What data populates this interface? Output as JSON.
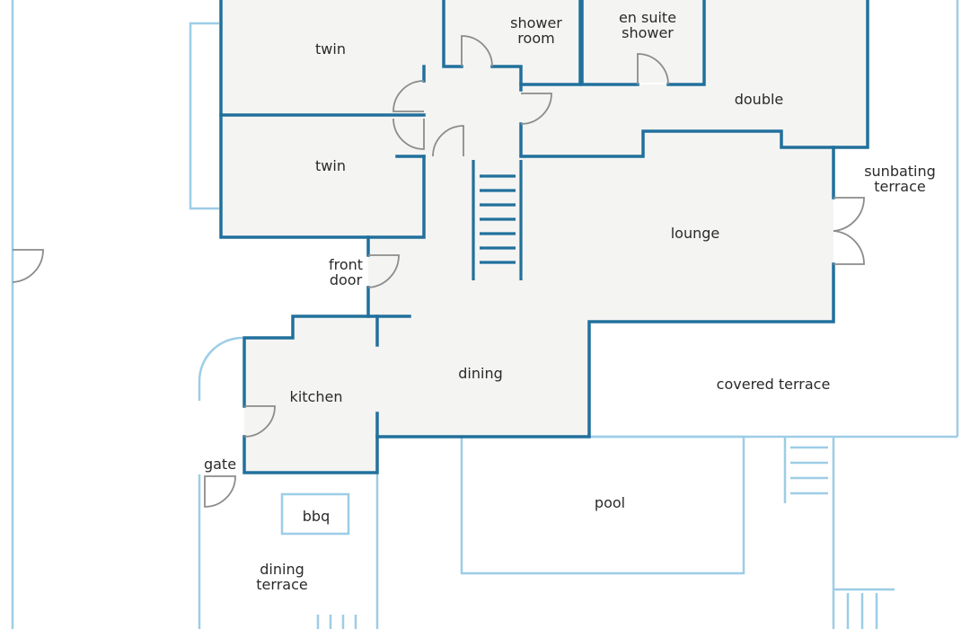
{
  "rooms": {
    "twin_upper": "twin",
    "twin_lower": "twin",
    "shower_room": [
      "shower",
      "room"
    ],
    "en_suite_shower": [
      "en suite",
      "shower"
    ],
    "double": "double",
    "lounge": "lounge",
    "dining": "dining",
    "kitchen": "kitchen"
  },
  "areas": {
    "sunbathing_terrace": [
      "sunbating",
      "terrace"
    ],
    "front_door": [
      "front",
      "door"
    ],
    "covered_terrace": "covered terrace",
    "pool": "pool",
    "gate": "gate",
    "bbq": "bbq",
    "dining_terrace": [
      "dining",
      "terrace"
    ]
  },
  "colors": {
    "interior_wall": "#21709c",
    "outdoor_line": "#9dcde6",
    "floor_fill": "#f4f4f3",
    "door_swing": "#8c8c8c"
  }
}
